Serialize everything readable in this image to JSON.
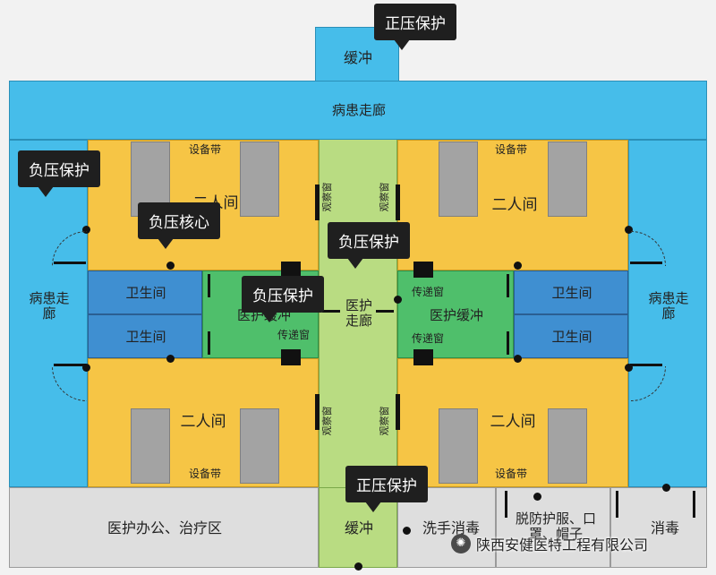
{
  "labels": {
    "corridor_top": "病患走廊",
    "corridor_left": "病患走\n廊",
    "corridor_right": "病患走\n廊",
    "room_two_person": "二人间",
    "equipment_strip": "设备带",
    "toilet": "卫生间",
    "medical_buffer": "医护缓冲",
    "medical_corridor": "医护\n走廊",
    "pass_window": "传递窗",
    "observation_window": "观察窗",
    "buffer": "缓冲",
    "office": "医护办公、治疗区",
    "handwash": "洗手消毒",
    "undress": "脱防护服、口\n罩、帽子",
    "disinfect": "消毒"
  },
  "tags": {
    "positive_top": "正压保护",
    "negative_left": "负压保护",
    "negative_core": "负压核心",
    "negative_center": "负压保护",
    "negative_buffer": "负压保护",
    "positive_bottom": "正压保护"
  },
  "watermark": "陕西安健医特工程有限公司",
  "colors": {
    "blue": "#46bdea",
    "yellow": "#f6c545",
    "light_green": "#b9dc82",
    "green": "#4fbf6b",
    "toilet_blue": "#3f8fd1",
    "gray": "#a3a3a3"
  }
}
